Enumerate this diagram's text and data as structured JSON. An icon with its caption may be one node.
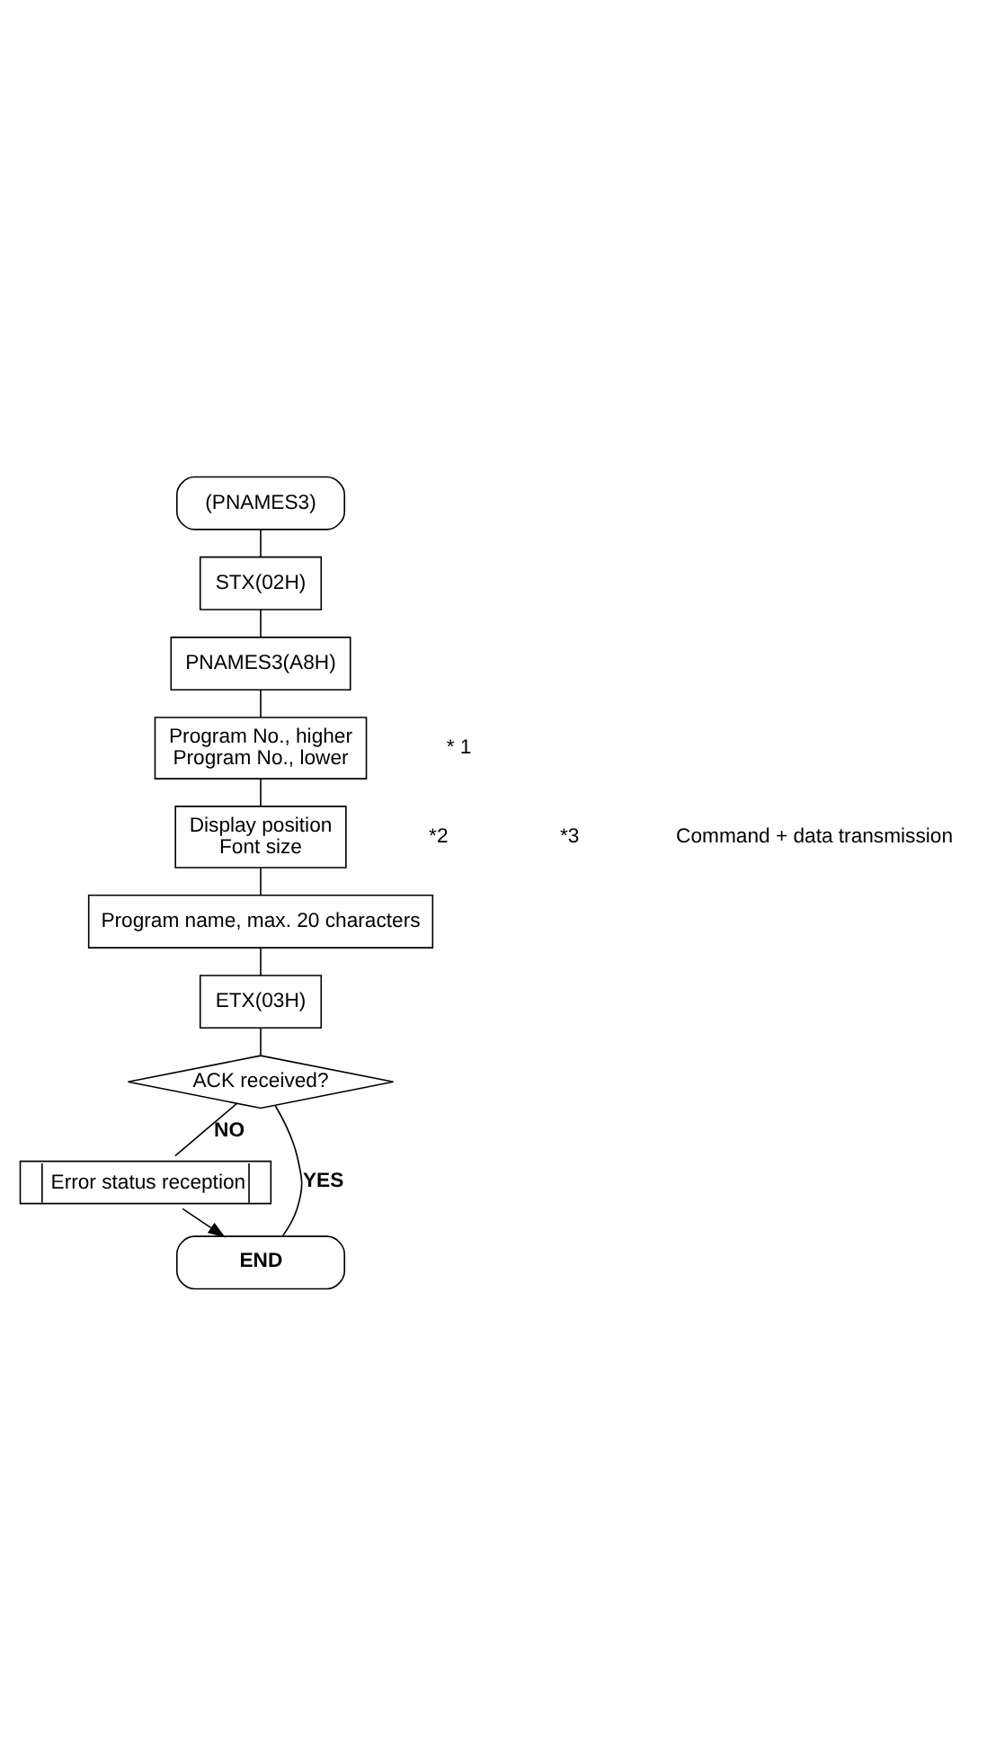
{
  "diagram": {
    "nodes": [
      {
        "text": [
          "(PNAMES3)"
        ]
      },
      {
        "text": [
          "STX(02H)"
        ]
      },
      {
        "text": [
          "PNAMES3(A8H)"
        ]
      },
      {
        "text": [
          "Program No., higher",
          "Program No., lower"
        ]
      },
      {
        "text": [
          "Display position",
          "Font size"
        ]
      },
      {
        "text": [
          "Program name, max. 20 characters"
        ]
      },
      {
        "text": [
          "ETX(03H)"
        ]
      },
      {
        "text": [
          "ACK received?"
        ]
      },
      {
        "text": [
          "Error status reception"
        ]
      },
      {
        "text": [
          "END"
        ]
      }
    ],
    "edges": [
      {
        "from": 0,
        "to": 1,
        "arrow": "none"
      },
      {
        "from": 1,
        "to": 2,
        "arrow": "none"
      },
      {
        "from": 2,
        "to": 3,
        "arrow": "none"
      },
      {
        "from": 3,
        "to": 4,
        "arrow": "none"
      },
      {
        "from": 4,
        "to": 5,
        "arrow": "none"
      },
      {
        "from": 5,
        "to": 6,
        "arrow": "none"
      },
      {
        "from": 6,
        "to": 7,
        "arrow": "none"
      },
      {
        "from": 7,
        "to": 8,
        "label": "NO",
        "arrow": "none"
      },
      {
        "from": 7,
        "to": 9,
        "label": "YES",
        "arrow": "none"
      },
      {
        "from": 8,
        "to": 9,
        "arrow": "to"
      }
    ],
    "labels": [
      "* 1",
      "*2",
      "*3",
      "Command + data transmission"
    ]
  }
}
